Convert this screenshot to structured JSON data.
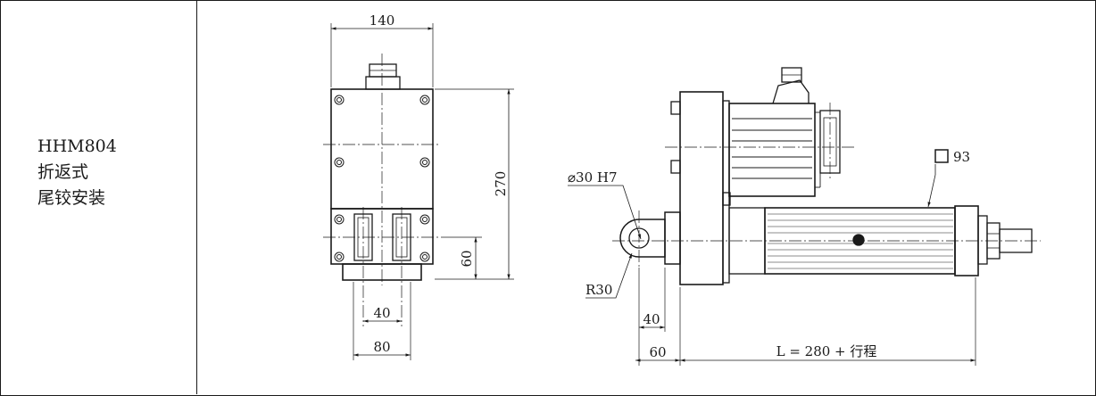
{
  "model": {
    "code": "HHM804",
    "line2": "折返式",
    "line3": "尾铰安装"
  },
  "front_view": {
    "dim_width": "140",
    "dim_height": "270",
    "dim_lower": "60",
    "dim_slot_gap": "40",
    "dim_slot_span": "80"
  },
  "side_view": {
    "dim_bore": "⌀30 H7",
    "dim_radius": "R30",
    "dim_square": "93",
    "dim_eye": "40",
    "dim_offset": "60",
    "dim_length": "L = 280 + 行程"
  }
}
